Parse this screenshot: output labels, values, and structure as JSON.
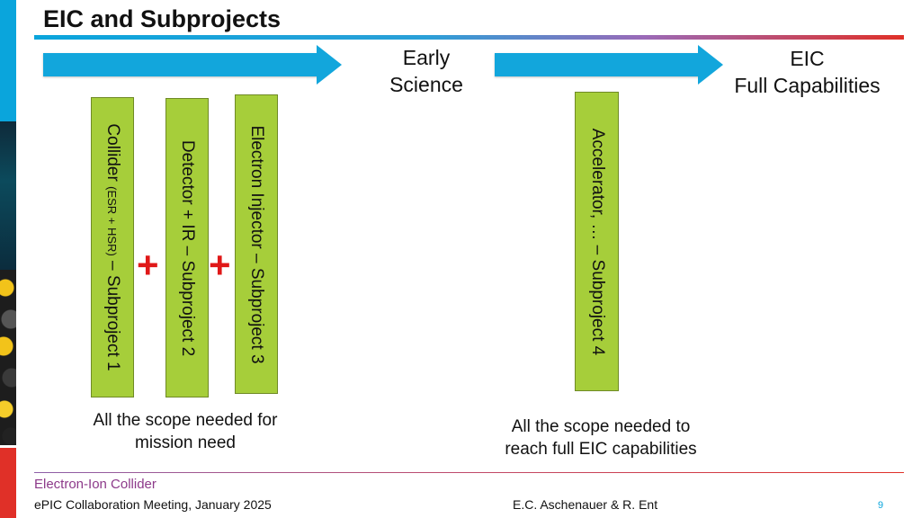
{
  "slide": {
    "title": "EIC and Subprojects"
  },
  "timeline": {
    "early_science": {
      "line1": "Early",
      "line2": "Science"
    },
    "full_capabilities": {
      "line1": "EIC",
      "line2": "Full Capabilities"
    }
  },
  "subprojects": [
    {
      "main": "Collider ",
      "small": "(ESR + HSR)",
      "suffix": " – Subproject 1"
    },
    {
      "main": "Detector + IR – Subproject 2"
    },
    {
      "main": "Electron Injector – Subproject 3"
    },
    {
      "main": "Accelerator, … – Subproject 4"
    }
  ],
  "plus_signs": [
    "+",
    "+"
  ],
  "scope": {
    "mission": {
      "line1": "All the scope needed for",
      "line2": "mission need"
    },
    "full": {
      "line1": "All the scope needed to",
      "line2": "reach full EIC capabilities"
    }
  },
  "footer": {
    "logo": "Electron-Ion Collider",
    "meeting": "ePIC Collaboration Meeting, January 2025",
    "authors": "E.C. Aschenauer & R. Ent",
    "page": "9"
  },
  "colors": {
    "accent_blue": "#12a6dc",
    "box_green": "#a6ce3a",
    "plus_red": "#e01818"
  }
}
